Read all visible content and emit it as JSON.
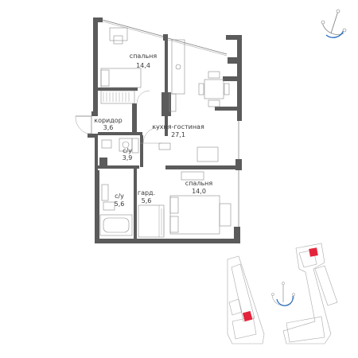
{
  "plan": {
    "rooms": [
      {
        "id": "bedroom-1",
        "name": "спальня",
        "area": "14,4"
      },
      {
        "id": "corridor",
        "name": "коридор",
        "area": "3,6"
      },
      {
        "id": "kitchen-living",
        "name": "кухня-гостиная",
        "area": "27,1"
      },
      {
        "id": "bathroom-1",
        "name": "с/у",
        "area": "3,9"
      },
      {
        "id": "bathroom-2",
        "name": "с/у",
        "area": "5,6"
      },
      {
        "id": "wardrobe",
        "name": "гард.",
        "area": "5,6"
      },
      {
        "id": "bedroom-2",
        "name": "спальня",
        "area": "14,0"
      }
    ]
  },
  "compass": {
    "top_icon": "compass-icon",
    "site_icon": "compass-icon"
  },
  "colors": {
    "wall": "#5b5b5b",
    "highlight": "#e4243b",
    "lines": "#7a7a7a",
    "site_lines": "#a8a8a8"
  }
}
